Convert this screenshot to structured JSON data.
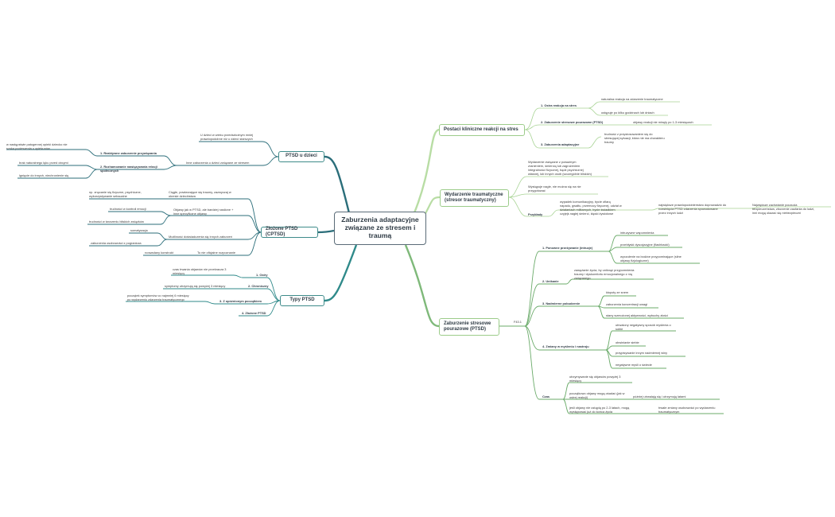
{
  "root": "Zaburzenia adaptacyjne związane ze stresem i traumą",
  "main": {
    "postaci": "Postaci kliniczne reakcji na stres",
    "wydarzenie": "Wydarzenie traumatyczne\n(stresor traumatyczny)",
    "ptsd": "Zaburzenie stresowe\npourazowe (PTSD)",
    "dzieci": "PTSD u dzieci",
    "cptsd": "Złożone PTSD (CPTSD)",
    "typy": "Typy PTSD"
  },
  "postaci": {
    "ostra": "1. Ostra reakcja na stres",
    "ostra_1": "naturalna reakcja na zdarzenie traumatyczne",
    "ostra_2": "ustępuje po kilku godzinach lub dniach",
    "zsp": "2. Zaburzenie stresowe pourazowe (PTSD)",
    "zsp_1": "objawy reakcji nie minęły po 1-3 miesiącach",
    "zab": "3. Zaburzenia adaptacyjne",
    "zab_1": "trudność z przystosowaniem się do\nstresującej sytuacji, która nie ma charakteru\ntraumy"
  },
  "wydarzenie": {
    "def": "Wydarzenie związane z poważnym\nzranieniem, śmiercią lub zagrożeniem\nintegralności fizycznej, bądź psychicznej\nwłasnej, lub innych osób (szczególnie bliskich)",
    "doc": "Wystąpuje nagle, nie można się na nie\nprzygotować",
    "przyklady": "Przykłady",
    "przyklady_1": "wypadek komunikacyjny, bycie ofiarą\nnapadu, gwałtu, przemocy fizycznej, udział w\ndziałaniach militarnych, bycie świadkiem\nczyjejś nagłej śmierci, klęski żywiołowe",
    "przyklady_2": "największe prawdopodobieństwo doprowadzić do\nrozwinięcia PTSD zdarzenia spowodowane\nprzez innych ludzi",
    "przyklady_3": "Największe zachwianie poczucia\nbezpieczeństwa, zburzenie zaufania do ludzi,\ninni mogą okazać się niebezpieczni"
  },
  "ptsd": {
    "f431": "F43.1",
    "p1": "1. Ponowne przeżywanie (intruzje)",
    "p1_1": "intruzywne wspomnienia",
    "p1_2": "przebłyski dysocjacyjne (flashbacki)",
    "p1_3": "wyczulenie na bodźce przypominające (silne\nobjawy fizjologiczne)",
    "p2": "2. Unikanie",
    "p2_1": "zawężanie życia, by uniknąć przypomnienia\ntraumy i dyskomfortu emocjonalnego z nią\nzwiązanego",
    "p3": "3. Nadmierne pobudzenie",
    "p3_1": "kłopoty ze snem",
    "p3_2": "zaburzenia koncentracji uwagi",
    "p3_3": "stany wzmożonej aktywności, wybuchy złości",
    "p4": "4. Zmiany w myśleniu i nastroju",
    "p4_1": "utrwalony negatywny sposób myślenia o\nsobie",
    "p4_2": "obwinianie siebie",
    "p4_3": "przypisywanie innym nadmiernej winy",
    "p4_4": "negatywne myśli o świecie",
    "czas": "Czas",
    "czas_1": "utrzymywanie się objawów powyżej 3\nmiesięcy",
    "czas_2": "początkowo objawy mogą ośadać (jak w\nostrej reakcji)",
    "czas_2a": "później utrwalają się i utrzymują latami",
    "czas_3": "jeśli objawy nie ustąpią po 2-3 latach, mogą\nwystępować już do końca życia",
    "czas_3a": "trwałe zmiany osobowości po wydarzeniu\ntraumatycznym"
  },
  "dzieci": {
    "wiek": "U dzieci w wieku przedszkolnym mniej\nprawdopodobne niż u dzieci starszych",
    "inne": "Inne zaburzenia u dzieci związane ze stresem",
    "r1": "1. Reaktywne zaburzenie przywiązania",
    "r1_1": "w następstwie patogennej opieki dziecko nie\nszuka pocieszenia u opiekunów",
    "r2": "2. Rozhamowanie nawiązywania relacji\nspołecznych",
    "r2_1": "brak naturalnego lęku przed obcymi",
    "r2_2": "lgnięcie do innych, niechronienie się"
  },
  "cptsd": {
    "ciagle": "Ciągłe, powtarzające się traumy, zazwyczaj w\nokresie dzieciństwa",
    "ciagle_1": "np. znęcanie się fizyczne, psychiczne,\nwykorzystywanie seksualne",
    "objawy": "Objawy jak w PTSD, ale bardziej nasilone +\ninne specyficzne objawy",
    "objawy_1": "trudności w kontroli emocji",
    "objawy_2": "trudności w tworzeniu bliskich związków",
    "mozliwosc": "Możliwość doświadczenia się innych zaburzeń",
    "mozliwosc_1": "somatyzacja",
    "mozliwosc_2": "zaburzenia osobowości z pogranicza",
    "oficjalne": "To nie oficjalne rozpoznanie",
    "oficjalne_1": "roowadany konstrukt"
  },
  "typy": {
    "t1": "1. Ostry",
    "t1_1": "czas trwania objawów nie przekracza 3\nmiesięcy",
    "t2": "2. Chroniczny",
    "t2_1": "symptomy utrzymują się powyżej 3 miesięcy",
    "t3": "3. Z opóźnionym początkiem",
    "t3_1": "początek symptomów co najmniej 6 miesięcy\npo wydarzeniu zdarzenia traumatycznego",
    "t4": "4. Złożone PTSD"
  },
  "colors": {
    "green": "#9ccc8a",
    "green_dark": "#6bab6a",
    "teal": "#2f7f85",
    "navy": "#2f4d6e"
  }
}
